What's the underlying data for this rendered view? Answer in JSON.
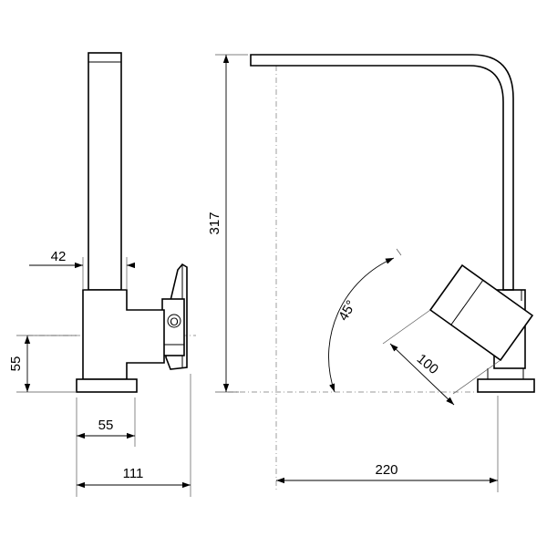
{
  "dimensions": {
    "top_width": "42",
    "base_height": "55",
    "base_width": "55",
    "side_total_width": "111",
    "total_height": "317",
    "spout_angle": "45°",
    "handle_length": "100",
    "spout_reach": "220"
  },
  "handle_mark": "O"
}
